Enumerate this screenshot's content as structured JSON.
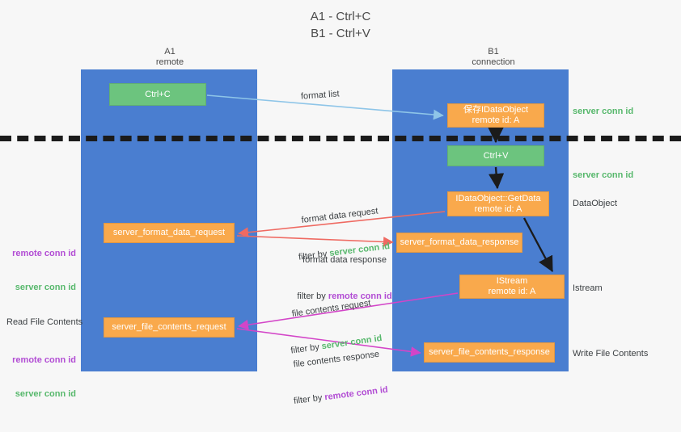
{
  "title": "A1 - Ctrl+C\nB1 - Ctrl+V",
  "lanes": {
    "left": {
      "name": "A1",
      "role": "remote",
      "header": "A1\nremote",
      "color": "#4a7ed0"
    },
    "right": {
      "name": "B1",
      "role": "connection",
      "header": "B1\nconnection",
      "color": "#4a7ed0"
    }
  },
  "colors": {
    "lane": "#4a7ed0",
    "green_box": "#6cc47e",
    "orange_box": "#f9a94c",
    "server_conn_id": "#57b86c",
    "remote_conn_id": "#b24dd4",
    "arrow_blue": "#8ec5e8",
    "arrow_red": "#ef6a62",
    "arrow_magenta": "#d345c8",
    "arrow_black": "#1b1b1b",
    "background": "#f7f7f7",
    "divider": "#1b1b1b"
  },
  "nodes": {
    "ctrl_c": {
      "label": "Ctrl+C",
      "style": "green"
    },
    "save_dataobject": {
      "label": "保存IDataObject\nremote id: A",
      "style": "orange"
    },
    "ctrl_v": {
      "label": "Ctrl+V",
      "style": "green"
    },
    "getdata": {
      "label": "IDataObject::GetData\nremote id: A",
      "style": "orange"
    },
    "format_data_request": {
      "label": "server_format_data_request",
      "style": "orange"
    },
    "format_data_response": {
      "label": "server_format_data_response",
      "style": "orange"
    },
    "istream": {
      "label": "IStream\nremote id: A",
      "style": "orange"
    },
    "file_contents_request": {
      "label": "server_file_contents_request",
      "style": "orange"
    },
    "file_contents_response": {
      "label": "server_file_contents_response",
      "style": "orange"
    }
  },
  "gutter_labels": {
    "format_list": "format list",
    "format_data_request": {
      "line1": "format data request",
      "prefix": "filter by ",
      "token": "server conn id"
    },
    "format_data_response": {
      "line1": "format data response",
      "prefix": "filter by ",
      "token": "remote conn id"
    },
    "file_contents_request": {
      "line1": "file contents request",
      "prefix": "filter by ",
      "token": "server conn id"
    },
    "file_contents_response": {
      "line1": "file contents response",
      "prefix": "filter by ",
      "token": "remote conn id"
    }
  },
  "side_labels": {
    "server_conn_id_top": "server conn id",
    "server_conn_id_mid": "server conn id",
    "dataobject": "DataObject",
    "istream": "Istream",
    "write_file_contents": "Write File Contents",
    "read_file_contents": "Read File Contents",
    "remote_conn_id": "remote conn id",
    "server_conn_id": "server conn id"
  }
}
